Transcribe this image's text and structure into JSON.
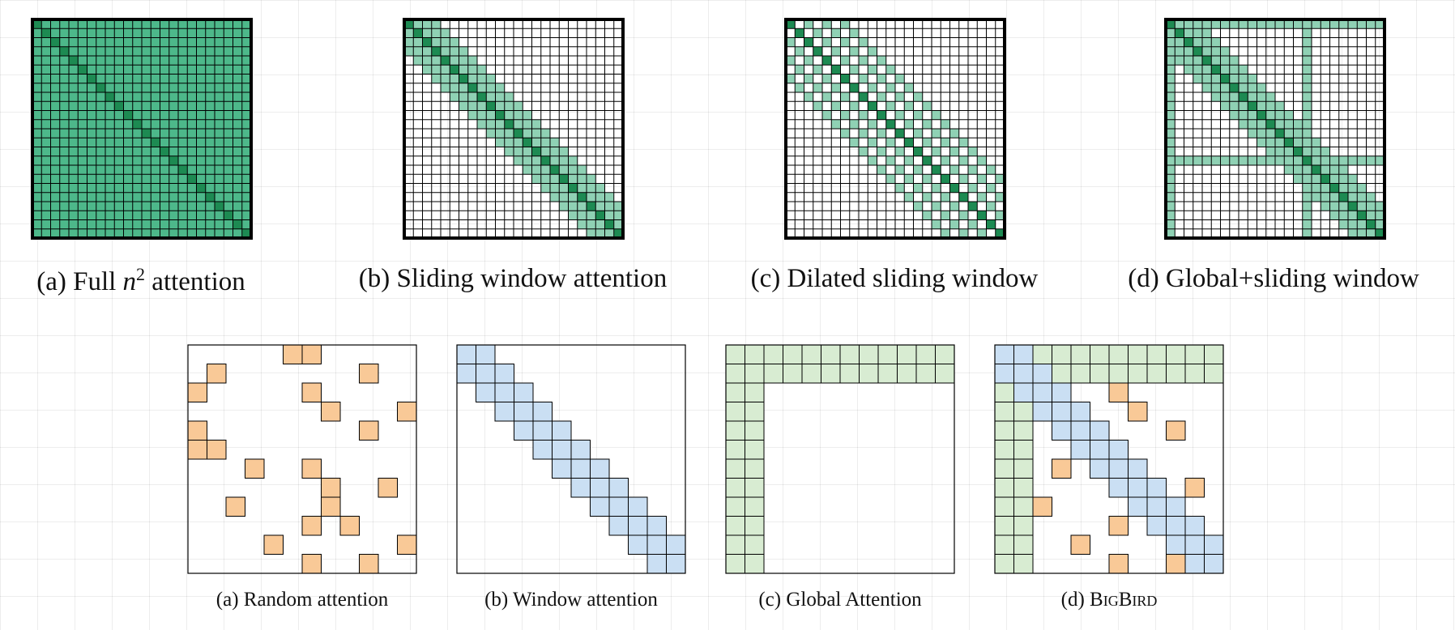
{
  "colors": {
    "background": "#ffffff",
    "dark_green": "#1d8a52",
    "mid_green": "#4db88a",
    "light_green": "#8fd1b4",
    "random_orange": "#f9c997",
    "window_blue": "#cadff3",
    "global_green": "#d8ecd2",
    "grid_line": "#000000"
  },
  "top_row": {
    "grid_size": 24,
    "panels": [
      {
        "id": "a",
        "pattern": "full",
        "caption_prefix": "(a) Full ",
        "caption_var": "n",
        "caption_sup": "2",
        "caption_suffix": " attention"
      },
      {
        "id": "b",
        "pattern": "sliding",
        "window": 3,
        "caption": "(b) Sliding window attention"
      },
      {
        "id": "c",
        "pattern": "dilated",
        "window": 6,
        "dilation": 2,
        "caption": "(c) Dilated sliding window"
      },
      {
        "id": "d",
        "pattern": "global_sliding",
        "window": 3,
        "global_tokens": [
          0,
          15
        ],
        "caption": "(d) Global+sliding window"
      }
    ]
  },
  "bottom_row": {
    "grid_size": 12,
    "panels": [
      {
        "id": "a",
        "pattern": "random",
        "caption": "(a) Random attention",
        "random_cells": [
          [
            0,
            5
          ],
          [
            0,
            6
          ],
          [
            1,
            1
          ],
          [
            1,
            9
          ],
          [
            2,
            0
          ],
          [
            2,
            6
          ],
          [
            3,
            7
          ],
          [
            3,
            11
          ],
          [
            4,
            0
          ],
          [
            4,
            9
          ],
          [
            5,
            0
          ],
          [
            5,
            1
          ],
          [
            6,
            3
          ],
          [
            6,
            6
          ],
          [
            7,
            7
          ],
          [
            7,
            10
          ],
          [
            8,
            2
          ],
          [
            8,
            7
          ],
          [
            9,
            6
          ],
          [
            9,
            8
          ],
          [
            10,
            4
          ],
          [
            10,
            11
          ],
          [
            11,
            6
          ],
          [
            11,
            9
          ]
        ]
      },
      {
        "id": "b",
        "pattern": "window",
        "window": 1,
        "caption": "(b) Window attention"
      },
      {
        "id": "c",
        "pattern": "global",
        "global_count": 2,
        "caption": "(c) Global Attention"
      },
      {
        "id": "d",
        "pattern": "bigbird",
        "window": 1,
        "global_count": 2,
        "caption_prefix": "(d) ",
        "caption_sc": "BigBird",
        "random_cells": [
          [
            2,
            6
          ],
          [
            3,
            7
          ],
          [
            4,
            9
          ],
          [
            6,
            3
          ],
          [
            7,
            10
          ],
          [
            8,
            2
          ],
          [
            9,
            6
          ],
          [
            10,
            4
          ],
          [
            11,
            6
          ],
          [
            11,
            9
          ]
        ]
      }
    ]
  }
}
